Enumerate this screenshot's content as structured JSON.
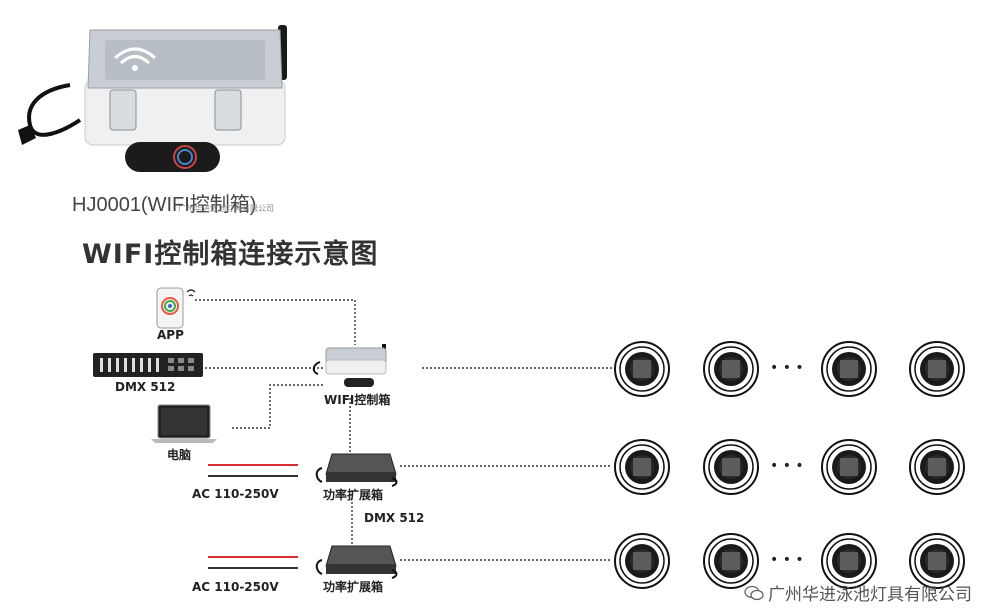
{
  "product": {
    "caption": "HJ0001(WIFI控制箱)",
    "watermark_small": "广州华进泳池灯具有限公司"
  },
  "diagram": {
    "title": "WIFI控制箱连接示意图",
    "nodes": {
      "app": "APP",
      "dmx_console": "DMX  512",
      "wifi_box": "WIFI控制箱",
      "computer": "电脑",
      "amp1": "功率扩展箱",
      "amp2": "功率扩展箱",
      "ac1": "AC 110-250V",
      "ac2": "AC 110-250V",
      "dmx_link": "DMX  512"
    },
    "ellipsis": "• • •"
  },
  "footer": {
    "watermark": "广州华进泳池灯具有限公司"
  },
  "colors": {
    "power_red": "#d63030",
    "wire": "#333333",
    "box_lid": "#c9ced4",
    "box_body": "#eef0f2"
  }
}
